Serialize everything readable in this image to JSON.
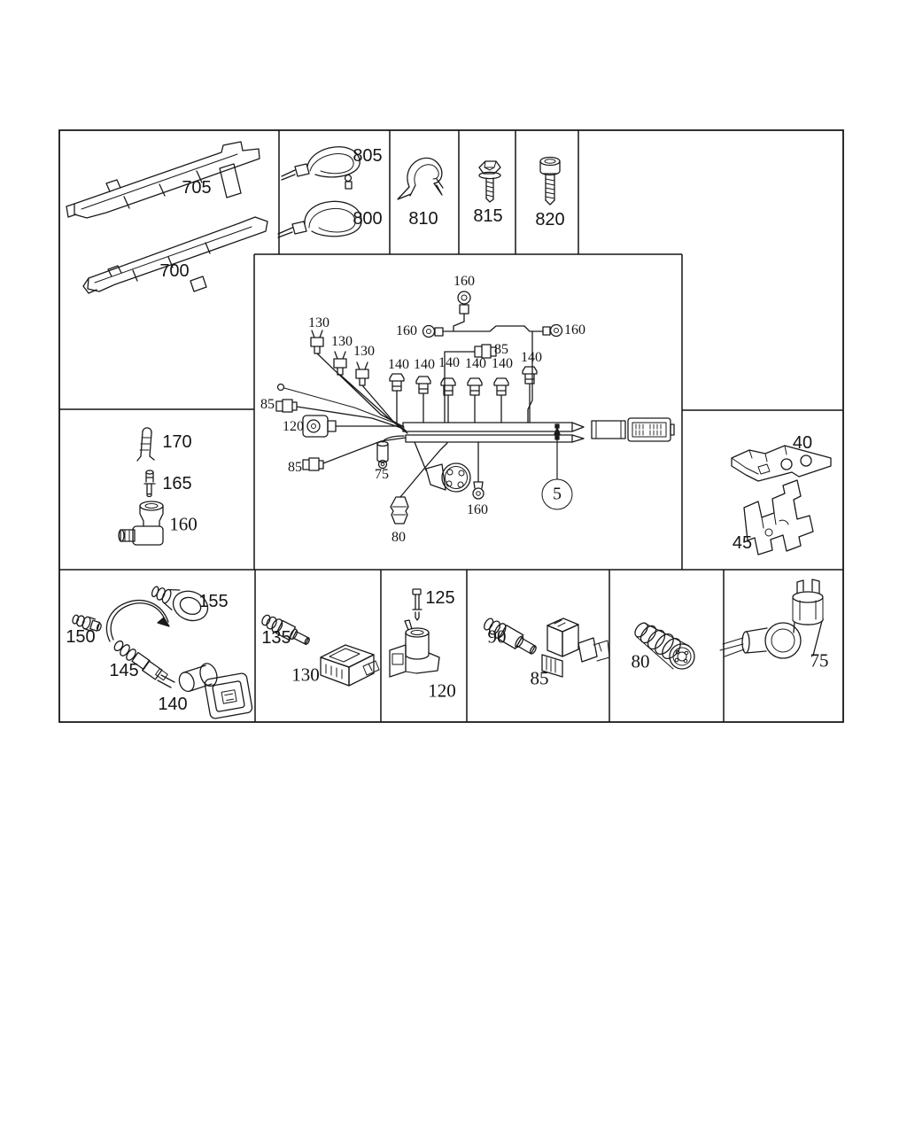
{
  "figure": {
    "type": "parts-diagram",
    "colors": {
      "line": "#1a1a1a",
      "background": "#ffffff"
    },
    "balloon_callout": "5"
  },
  "labels": {
    "duct_705": "705",
    "duct_700": "700",
    "tie_805": "805",
    "tie_800": "800",
    "clamp_810": "810",
    "screw_815": "815",
    "screw_820": "820",
    "h_160_top": "160",
    "h_160_left": "160",
    "h_160_right": "160",
    "h_130_1": "130",
    "h_130_2": "130",
    "h_130_3": "130",
    "h_140_1": "140",
    "h_140_2": "140",
    "h_140_3": "140",
    "h_140_4": "140",
    "h_140_5": "140",
    "h_140_6": "140",
    "h_85_top": "85",
    "h_85_left": "85",
    "h_85_low": "85",
    "h_120": "120",
    "h_75": "75",
    "h_160_bottom": "160",
    "h_80": "80",
    "balloon_5": "5",
    "bracket_40": "40",
    "bracket_45": "45",
    "terminal_170": "170",
    "pin_165": "165",
    "connector_160": "160",
    "grommet_150": "150",
    "boot_155": "155",
    "cable_145": "145",
    "connector_140": "140",
    "pin_135": "135",
    "housing_130": "130",
    "pin_125": "125",
    "component_120": "120",
    "pin_90": "90",
    "bracket_85": "85",
    "connector_80": "80",
    "plug_75": "75"
  }
}
